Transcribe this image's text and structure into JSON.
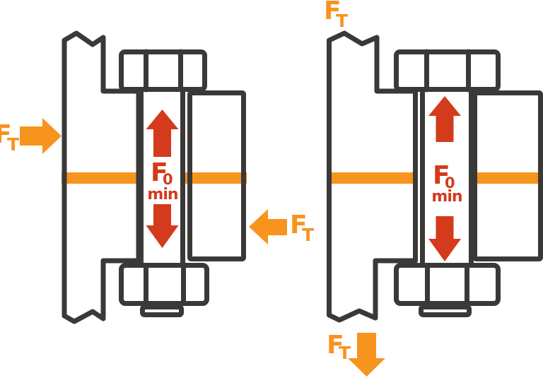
{
  "colors": {
    "outline": "#3A3938",
    "orange": "#F7941E",
    "red": "#D43A1C",
    "background": "#FFFFFF"
  },
  "diagrams": {
    "left": {
      "ft_left": {
        "main": "F",
        "sub": "T"
      },
      "ft_right": {
        "main": "F",
        "sub": "T"
      },
      "preload": {
        "main": "F",
        "sub": "0",
        "qualifier": "min"
      }
    },
    "right": {
      "ft_top": {
        "main": "F",
        "sub": "T"
      },
      "ft_bottom": {
        "main": "F",
        "sub": "T"
      },
      "preload": {
        "main": "F",
        "sub": "0",
        "qualifier": "min"
      }
    }
  }
}
